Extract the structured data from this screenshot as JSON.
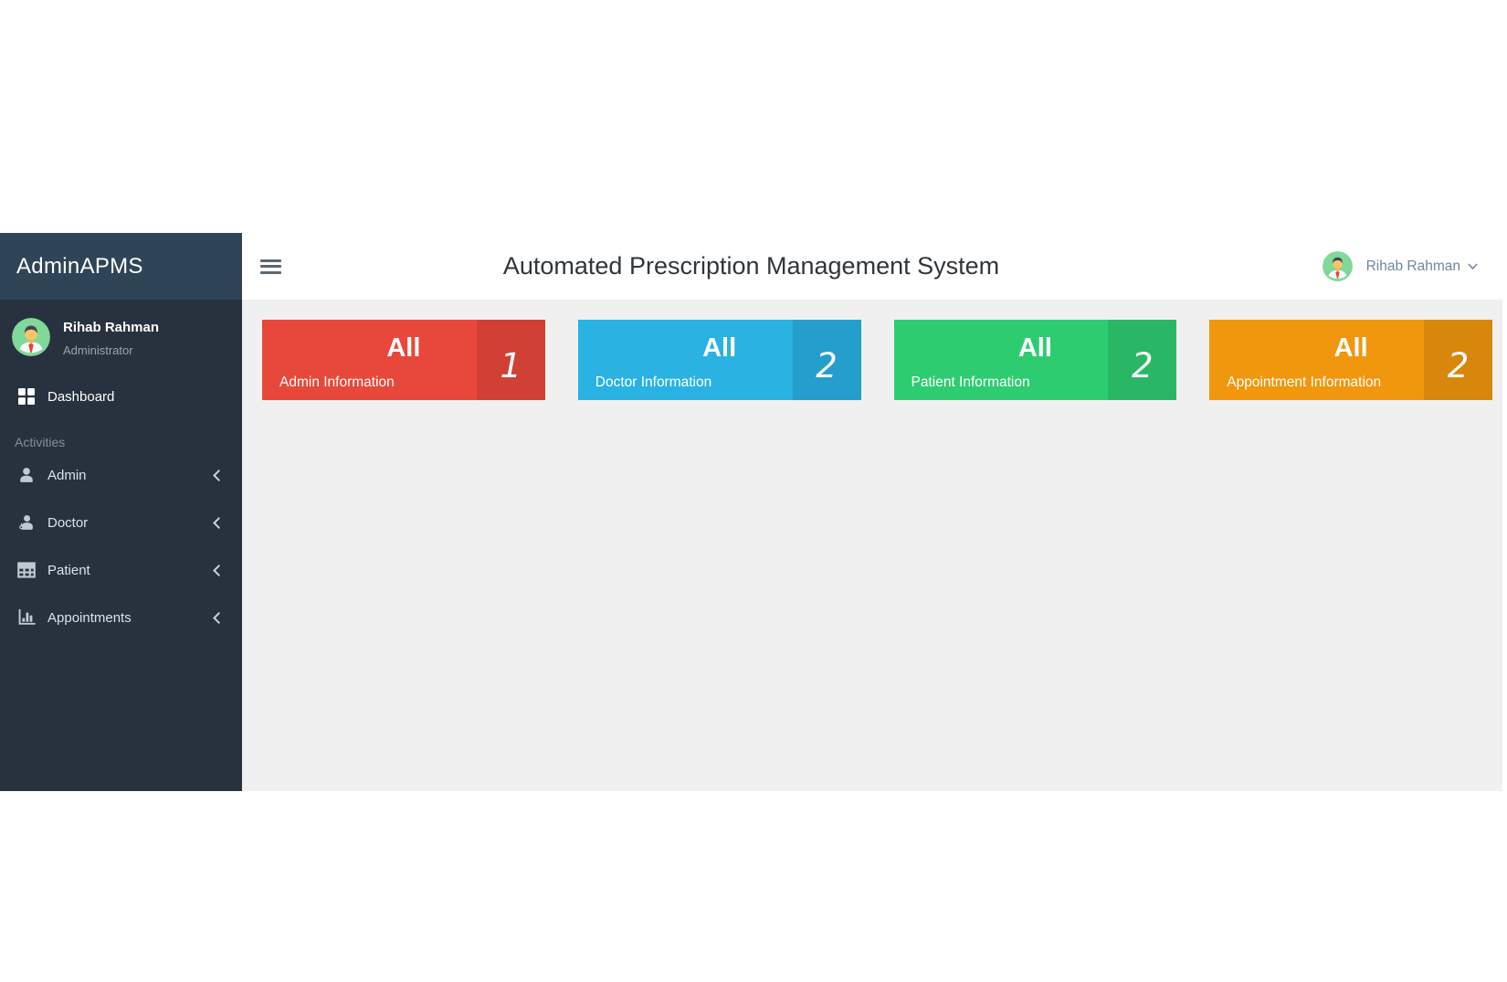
{
  "sidebar": {
    "brand": "AdminAPMS",
    "user": {
      "name": "Rihab Rahman",
      "role": "Administrator"
    },
    "dashboard_label": "Dashboard",
    "section_label": "Activities",
    "items": [
      {
        "label": "Admin",
        "icon": "user-icon"
      },
      {
        "label": "Doctor",
        "icon": "doctor-icon"
      },
      {
        "label": "Patient",
        "icon": "table-icon"
      },
      {
        "label": "Appointments",
        "icon": "bar-chart-icon"
      }
    ]
  },
  "topbar": {
    "title": "Automated Prescription Management System",
    "user_name": "Rihab Rahman"
  },
  "cards": [
    {
      "heading": "All",
      "label": "Admin Information",
      "count": "1",
      "color": "#e8483b"
    },
    {
      "heading": "All",
      "label": "Doctor Information",
      "count": "2",
      "color": "#29b2e2"
    },
    {
      "heading": "All",
      "label": "Patient Information",
      "count": "2",
      "color": "#2ecc71"
    },
    {
      "heading": "All",
      "label": "Appointment Information",
      "count": "2",
      "color": "#f0970e"
    }
  ],
  "colors": {
    "sidebar_bg": "#27323e",
    "sidebar_brand_bg": "#2f4456",
    "topbar_bg": "#ffffff",
    "content_bg": "#f0f0f0",
    "count_band_overlay": "rgba(0,0,0,0.10)"
  }
}
